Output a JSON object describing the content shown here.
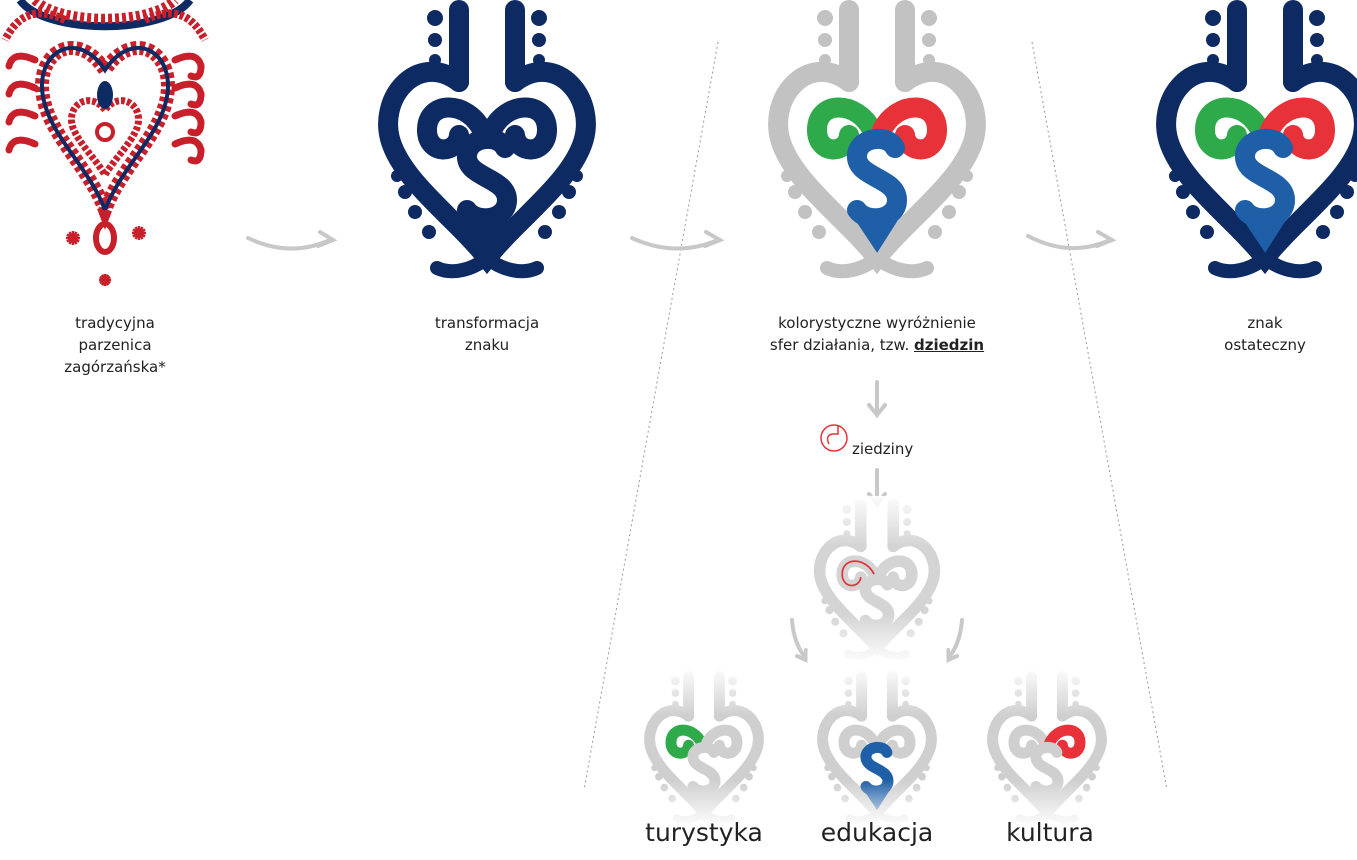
{
  "captions": {
    "traditional": [
      "tradycyjna",
      "parzenica",
      "zagórzańska*"
    ],
    "transformation": [
      "transformacja",
      "znaku"
    ],
    "color_line1": "kolorystyczne wyróżnienie",
    "color_line2_prefix": "sfer działania, tzw.",
    "color_line2_bold": "dziedzin",
    "final": [
      "znak",
      "ostateczny"
    ],
    "ziedziny": "ziedziny"
  },
  "domains": [
    {
      "name": "turystyka",
      "color": "#2eaa4a"
    },
    {
      "name": "edukacja",
      "color": "#1e5fa8"
    },
    {
      "name": "kultura",
      "color": "#e8323a"
    }
  ],
  "colors": {
    "navy": "#0e2a63",
    "gray": "#c2c2c2",
    "green": "#2eaa4a",
    "red": "#e8323a",
    "blue": "#1e5fa8",
    "folk_red": "#c8202a",
    "arrow": "#c8c8c8"
  }
}
